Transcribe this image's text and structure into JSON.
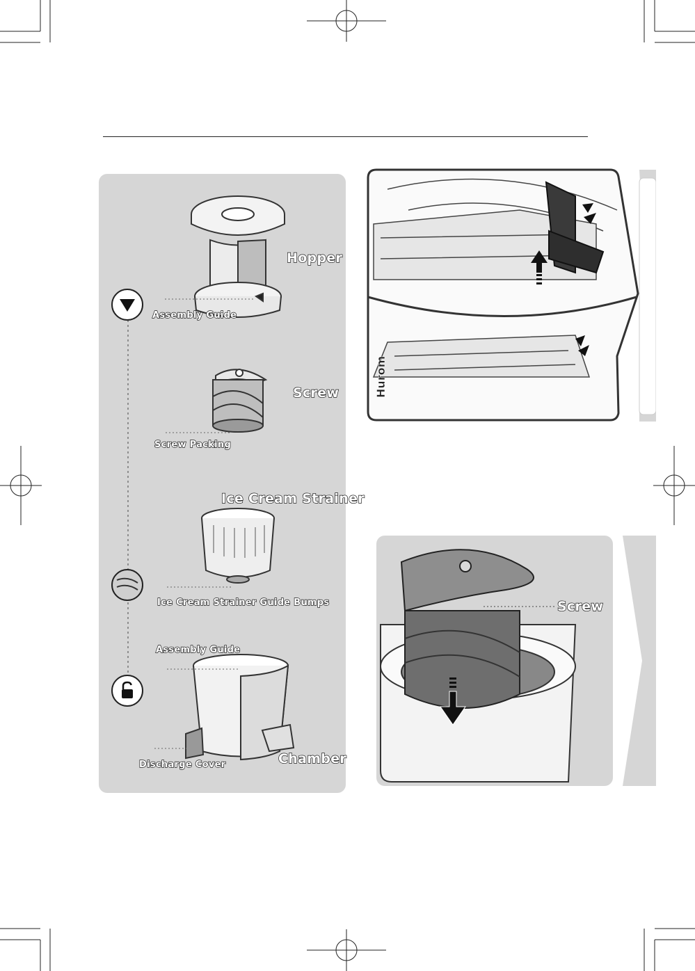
{
  "parts_panel": {
    "labels": {
      "hopper": "Hopper",
      "assembly_guide_top": "Assembly Guide",
      "screw": "Screw",
      "screw_packing": "Screw Packing",
      "ice_cream_strainer": "Ice Cream Strainer",
      "strainer_guide_bumps": "Ice Cream Strainer Guide Bumps",
      "assembly_guide_chamber": "Assembly Guide",
      "discharge_cover": "Discharge Cover",
      "chamber": "Chamber"
    },
    "icons": [
      "triangle-down-icon",
      "strainer-detail-icon",
      "unlock-icon"
    ]
  },
  "illustrations": {
    "top": {
      "brand_mark": "Hurom",
      "icons": [
        "arrow-up-icon",
        "click-marks-icon"
      ]
    },
    "bottom": {
      "screw_label": "Screw",
      "icons": [
        "arrow-down-icon"
      ]
    }
  },
  "colors": {
    "panel_bg": "#d6d6d6",
    "part_dark": "#3a3a3a",
    "part_mid": "#7d7d7d",
    "outline": "#1e1e1e"
  }
}
